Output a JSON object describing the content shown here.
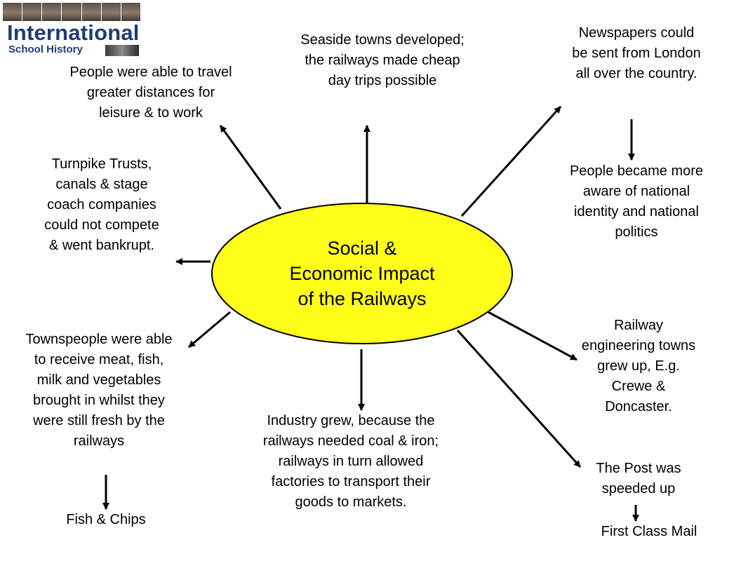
{
  "logo": {
    "line1": "International",
    "line2": "School History"
  },
  "hub": {
    "text": "Social &\nEconomic Impact\nof the Railways",
    "fill": "#ffff1a"
  },
  "nodes": {
    "travel": "People were able to travel\ngreater distances for\nleisure & to work",
    "seaside": "Seaside towns developed;\nthe railways made cheap\nday trips possible",
    "newspapers": "Newspapers could\nbe sent from London\nall over the country.",
    "identity": "People became more\naware of national\nidentity and national\npolitics",
    "turnpike": "Turnpike Trusts,\ncanals & stage\ncoach companies\ncould not compete\n& went bankrupt.",
    "food": "Townspeople were able\nto receive meat, fish,\nmilk and vegetables\nbrought in whilst they\nwere still fresh by the\nrailways",
    "fish_chips": "Fish & Chips",
    "industry": "Industry grew, because the\nrailways needed coal & iron;\nrailways in turn allowed\nfactories to transport their\ngoods to markets.",
    "engineering": "Railway\nengineering towns\ngrew up, E.g.\nCrewe &\nDoncaster.",
    "post": "The Post was\nspeeded up",
    "first_class": "First Class Mail"
  }
}
